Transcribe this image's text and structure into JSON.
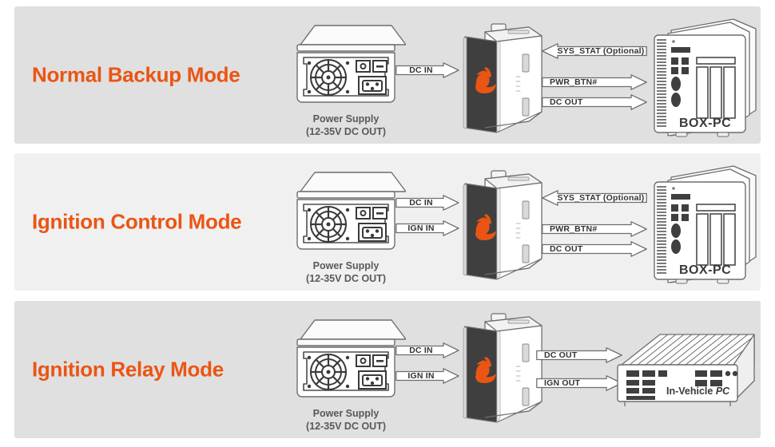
{
  "colors": {
    "accent_orange": "#ea5514",
    "row_bg_dark": "#e0e0e0",
    "row_bg_light": "#f0f0f0",
    "device_stroke": "#6d6e71",
    "label_gray": "#58595b"
  },
  "rows": [
    {
      "title": "Normal Backup Mode",
      "background": "#e0e0e0",
      "power_supply": {
        "caption_line1": "Power Supply",
        "caption_line2": "(12-35V DC OUT)"
      },
      "input_arrows": [
        {
          "label": "DC IN",
          "direction": "right"
        }
      ],
      "output_arrows": [
        {
          "label": "SYS_STAT (Optional)",
          "direction": "left"
        },
        {
          "label": "PWR_BTN#",
          "direction": "right"
        },
        {
          "label": "DC OUT",
          "direction": "right"
        }
      ],
      "target_device": {
        "label": "BOX-PC",
        "type": "box-pc"
      }
    },
    {
      "title": "Ignition Control Mode",
      "background": "#f0f0f0",
      "power_supply": {
        "caption_line1": "Power Supply",
        "caption_line2": "(12-35V DC OUT)"
      },
      "input_arrows": [
        {
          "label": "DC IN",
          "direction": "right"
        },
        {
          "label": "IGN IN",
          "direction": "right"
        }
      ],
      "output_arrows": [
        {
          "label": "SYS_STAT (Optional)",
          "direction": "left"
        },
        {
          "label": "PWR_BTN#",
          "direction": "right"
        },
        {
          "label": "DC OUT",
          "direction": "right"
        }
      ],
      "target_device": {
        "label": "BOX-PC",
        "type": "box-pc"
      }
    },
    {
      "title": "Ignition Relay Mode",
      "background": "#e0e0e0",
      "power_supply": {
        "caption_line1": "Power Supply",
        "caption_line2": "(12-35V DC OUT)"
      },
      "input_arrows": [
        {
          "label": "DC IN",
          "direction": "right"
        },
        {
          "label": "IGN IN",
          "direction": "right"
        }
      ],
      "output_arrows": [
        {
          "label": "DC OUT",
          "direction": "right"
        },
        {
          "label": "IGN OUT",
          "direction": "right"
        }
      ],
      "target_device": {
        "label_main": "In-Vehicle",
        "label_italic": "PC",
        "type": "in-vehicle-pc"
      }
    }
  ]
}
